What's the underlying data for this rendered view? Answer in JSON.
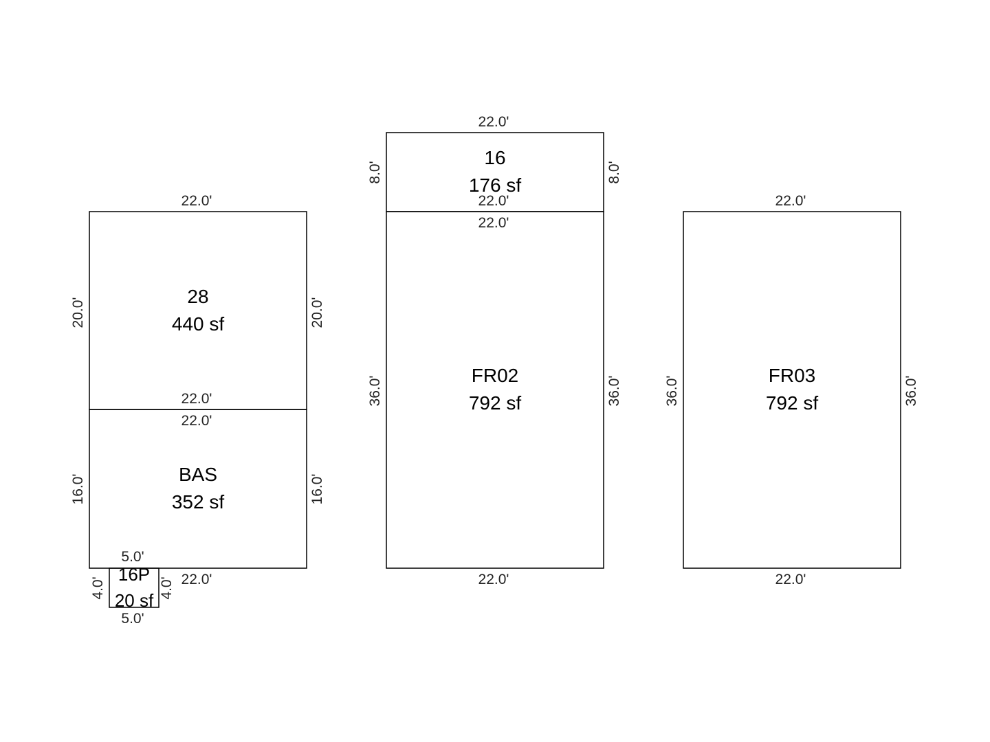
{
  "sections": {
    "s28": {
      "code": "28",
      "area": "440 sf",
      "dims": {
        "top": "22.0'",
        "bottom": "22.0'",
        "left": "20.0'",
        "right": "20.0'"
      }
    },
    "bas": {
      "code": "BAS",
      "area": "352 sf",
      "dims": {
        "top": "22.0'",
        "bottom": "22.0'",
        "left": "16.0'",
        "right": "16.0'"
      }
    },
    "p16": {
      "code": "16P",
      "area": "20 sf",
      "dims": {
        "top": "5.0'",
        "bottom": "5.0'",
        "left": "4.0'",
        "right": "4.0'"
      }
    },
    "s16": {
      "code": "16",
      "area": "176 sf",
      "dims": {
        "top": "22.0'",
        "bottom": "22.0'",
        "left": "8.0'",
        "right": "8.0'"
      }
    },
    "fr02": {
      "code": "FR02",
      "area": "792 sf",
      "dims": {
        "top": "22.0'",
        "bottom": "22.0'",
        "left": "36.0'",
        "right": "36.0'"
      }
    },
    "fr03": {
      "code": "FR03",
      "area": "792 sf",
      "dims": {
        "top": "22.0'",
        "bottom": "22.0'",
        "left": "36.0'",
        "right": "36.0'"
      }
    }
  }
}
